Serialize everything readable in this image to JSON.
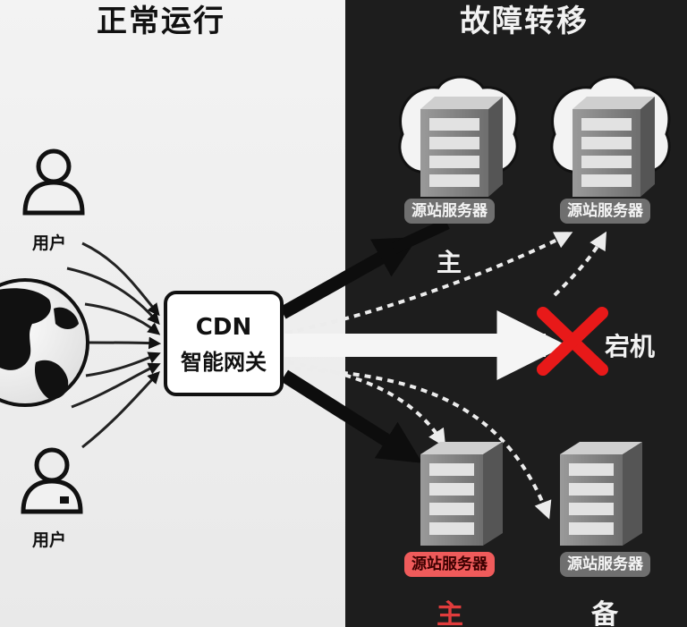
{
  "titles": {
    "normal": "正常运行",
    "failover": "故障转移"
  },
  "users": {
    "top_label": "用户",
    "bottom_label": "用户"
  },
  "gateway": {
    "line1": "CDN",
    "line2": "智能网关"
  },
  "servers": {
    "top_left_label": "源站服务器",
    "top_right_label": "源站服务器",
    "bottom_left_label": "源站服务器",
    "bottom_right_label": "源站服务器"
  },
  "markers": {
    "primary_top": "主",
    "down": "宕机",
    "primary_bottom": "主",
    "backup": "备"
  },
  "colors": {
    "left_bg": "#eeeeee",
    "right_bg": "#1d1d1d",
    "alert_red": "#e81919",
    "highlight_label": "#ef5b5b",
    "server_label": "#6f6f6f"
  }
}
